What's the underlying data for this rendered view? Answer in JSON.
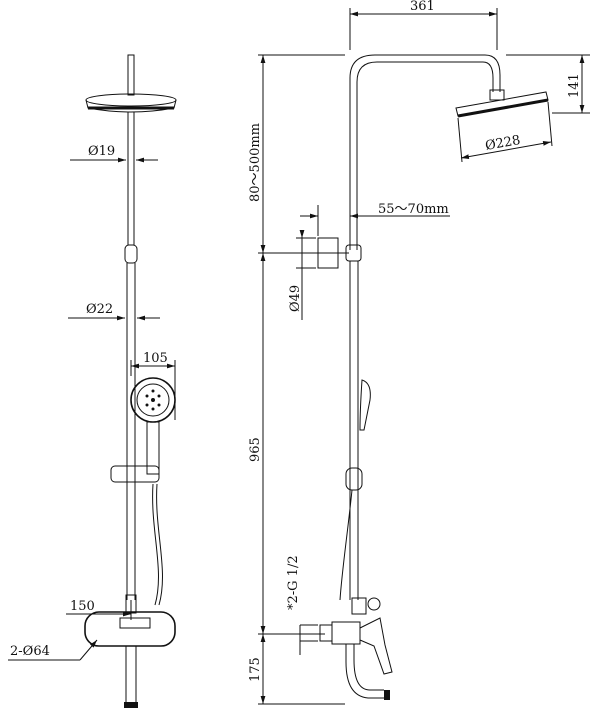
{
  "dimensions": {
    "top_width": "361",
    "head_drop": "141",
    "head_diameter": "Ø228",
    "arm_pipe_diameter": "Ø19",
    "adjustable_length": "80～500mm",
    "bracket_offset": "55～70mm",
    "bracket_diameter": "Ø49",
    "main_pipe_diameter": "Ø22",
    "handshower_diameter": "105",
    "column_height": "965",
    "thread": "*2-G 1/2",
    "mixer_centers": "150",
    "escutcheons": "2-Ø64",
    "spout_height": "175"
  }
}
